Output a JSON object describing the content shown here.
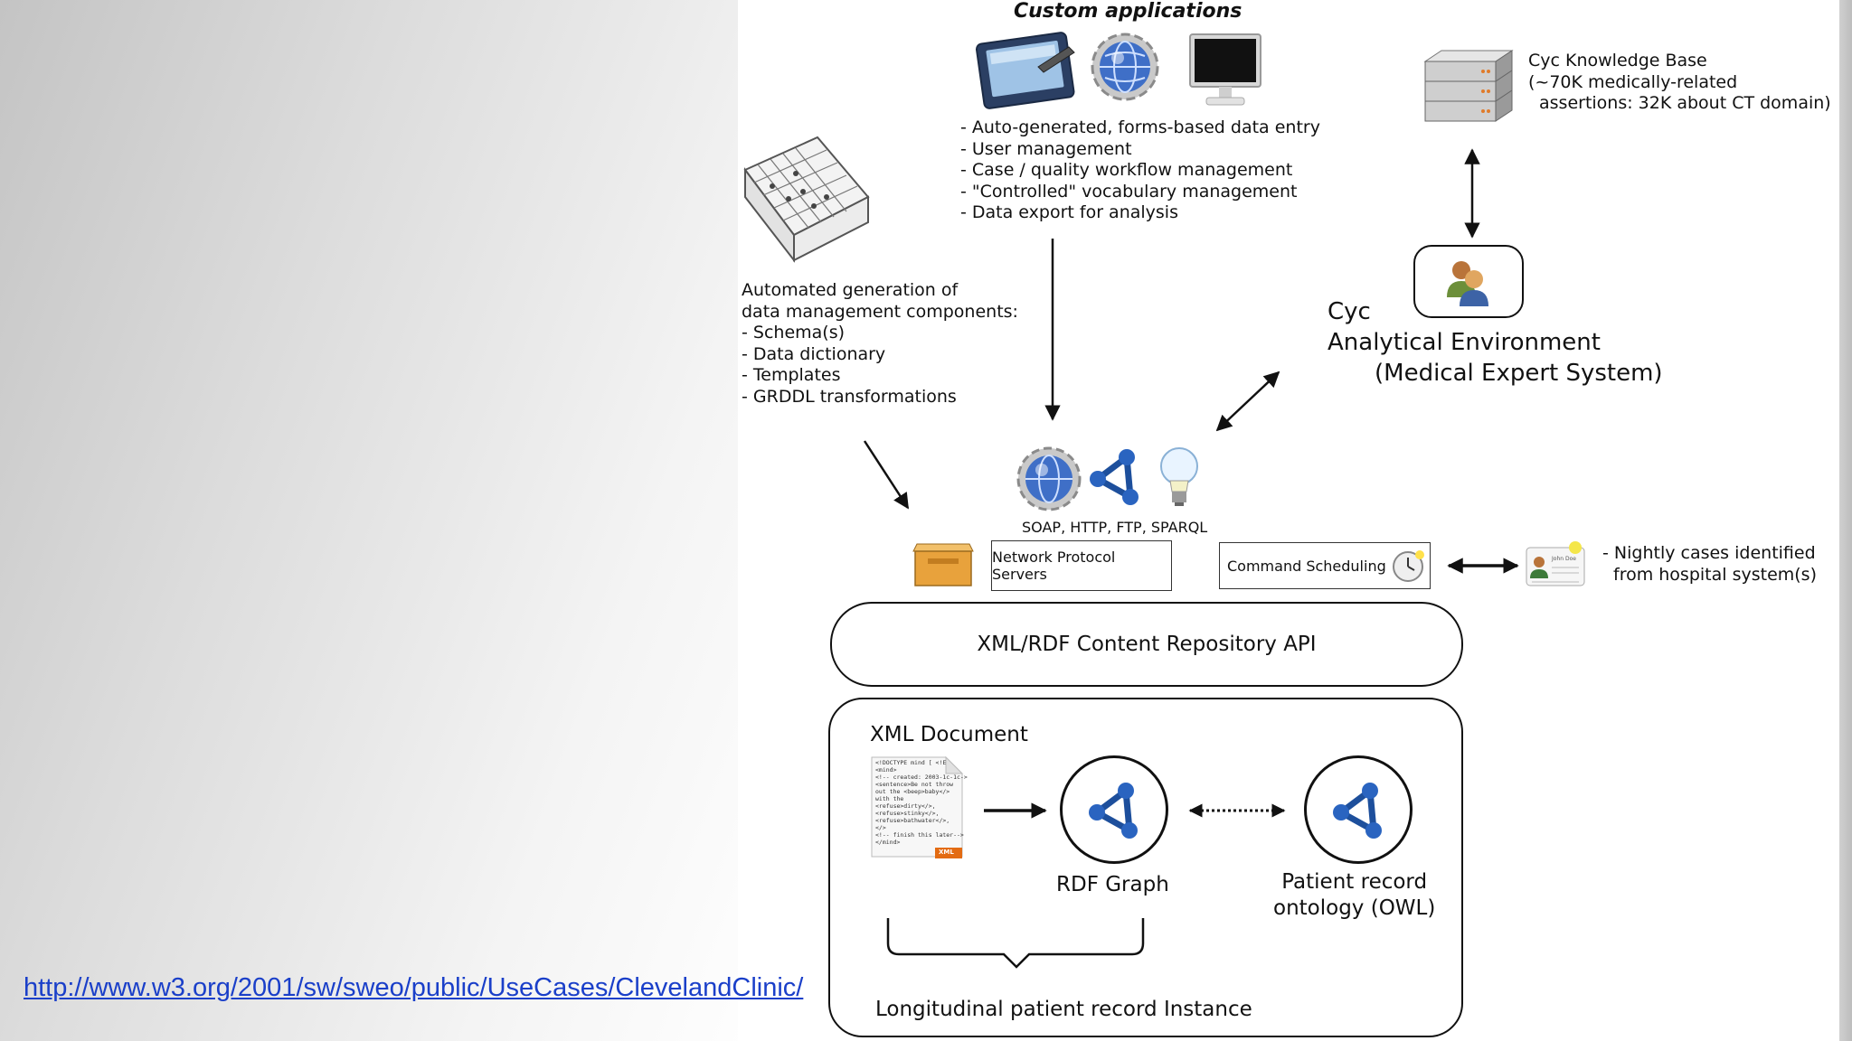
{
  "custom_apps": {
    "title": "Custom applications",
    "features": [
      "- Auto-generated, forms-based data entry",
      "- User management",
      "- Case / quality workflow management",
      "- \"Controlled\" vocabulary management",
      "- Data export for analysis"
    ]
  },
  "knowledge_base": {
    "lines": [
      "Cyc Knowledge Base",
      "(~70K medically-related",
      "assertions: 32K about CT domain)"
    ]
  },
  "automation": {
    "lines": [
      "Automated generation of",
      "data management components:",
      "- Schema(s)",
      "- Data dictionary",
      "- Templates",
      "- GRDDL transformations"
    ]
  },
  "cyc_env": {
    "lines": [
      "Cyc",
      "Analytical Environment",
      "(Medical Expert System)"
    ]
  },
  "protocols_label": "SOAP, HTTP, FTP, SPARQL",
  "network_servers_label": "Network Protocol Servers",
  "command_scheduling_label": "Command Scheduling",
  "nightly": {
    "lines": [
      "- Nightly cases identified",
      "from hospital system(s)"
    ],
    "id_card_text": "John Doe"
  },
  "api_label": "XML/RDF Content Repository API",
  "instance": {
    "xml_document_label": "XML Document",
    "xml_badge": "XML",
    "xml_code": [
      "<!DOCTYPE mind [ <!E",
      "<mind>",
      "<!-- created: 2003-1c-1c->",
      " <sentence>Be not throw",
      "  out the <beep>baby</>",
      "  with the",
      "  <refuse>dirty</>,",
      "  <refuse>stinky</>,",
      "  <refuse>bathwater</>,",
      "  </>",
      "  <!-- finish this later-->",
      "</mind>"
    ],
    "rdf_graph_label": "RDF Graph",
    "ontology_lines": [
      "Patient record",
      "ontology (OWL)"
    ],
    "footer_label": "Longitudinal patient record Instance"
  },
  "url": "http://www.w3.org/2001/sw/sweo/public/UseCases/ClevelandClinic/"
}
